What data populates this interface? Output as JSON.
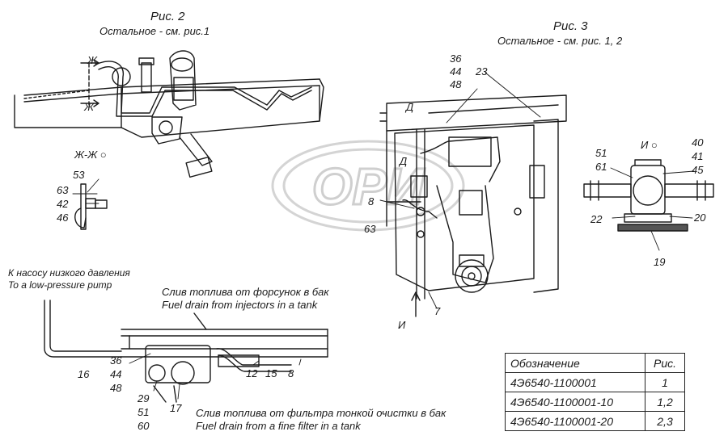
{
  "fig2": {
    "title": "Рис. 2",
    "subtitle": "Остальное - см. рис.1",
    "section_mark": "Ж",
    "section_view": "Ж-Ж ○"
  },
  "fig3": {
    "title": "Рис. 3",
    "subtitle": "Остальное - см. рис. 1, 2",
    "mark_d": "Д",
    "view_i": "И ○",
    "arrow_i": "И"
  },
  "notes": {
    "pump_ru": "К насосу низкого давления",
    "pump_en": "To a low-pressure pump",
    "inj_ru": "Слив топлива от форсунок в бак",
    "inj_en": "Fuel drain from injectors in a tank",
    "filter_ru": "Слив топлива от фильтра тонкой очистки в бак",
    "filter_en": "Fuel drain from a fine filter in a tank"
  },
  "labels": {
    "l53": "53",
    "l63a": "63",
    "l42": "42",
    "l46": "46",
    "l36a": "36",
    "l44a": "44",
    "l48a": "48",
    "l23": "23",
    "l8a": "8",
    "l63b": "63",
    "l7": "7",
    "l40": "40",
    "l41": "41",
    "l45": "45",
    "l51a": "51",
    "l61": "61",
    "l22": "22",
    "l20": "20",
    "l19": "19",
    "l16": "16",
    "l36b": "36",
    "l44b": "44",
    "l48b": "48",
    "l29": "29",
    "l51b": "51",
    "l60": "60",
    "l17": "17",
    "l12": "12",
    "l15": "15",
    "l8b": "8"
  },
  "table": {
    "headers": [
      "Обозначение",
      "Рис."
    ],
    "rows": [
      [
        "4Э6540-1100001",
        "1"
      ],
      [
        "4Э6540-1100001-10",
        "1,2"
      ],
      [
        "4Э6540-1100001-20",
        "2,3"
      ]
    ]
  },
  "watermark": "ОРИ"
}
